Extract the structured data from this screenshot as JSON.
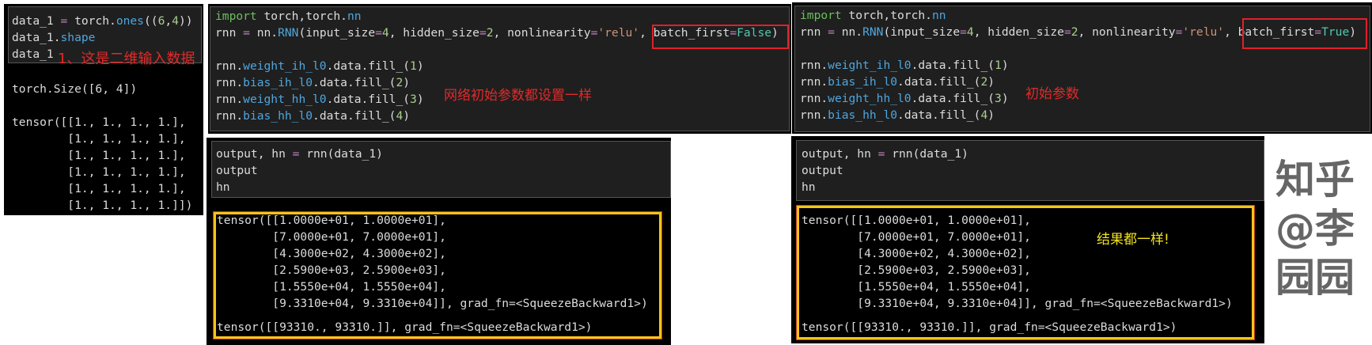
{
  "left": {
    "input": [
      [
        [
          "data_1 ",
          "t"
        ],
        [
          "=",
          "o"
        ],
        [
          " torch.",
          "t"
        ],
        [
          "ones",
          "a"
        ],
        [
          "((",
          "t"
        ],
        [
          "6",
          "n"
        ],
        [
          ",",
          "t"
        ],
        [
          "4",
          "n"
        ],
        [
          "))",
          "t"
        ]
      ],
      [
        [
          "data_1.",
          "t"
        ],
        [
          "shape",
          "a"
        ]
      ],
      [
        [
          "data_1",
          "t"
        ]
      ]
    ],
    "annotation": "1、这是二维输入数据",
    "output": [
      [
        [
          "torch.Size([6, 4])",
          "t"
        ]
      ],
      [
        [
          "",
          "t"
        ]
      ],
      [
        [
          "tensor([[1., 1., 1., 1.],",
          "t"
        ]
      ],
      [
        [
          "        [1., 1., 1., 1.],",
          "t"
        ]
      ],
      [
        [
          "        [1., 1., 1., 1.],",
          "t"
        ]
      ],
      [
        [
          "        [1., 1., 1., 1.],",
          "t"
        ]
      ],
      [
        [
          "        [1., 1., 1., 1.],",
          "t"
        ]
      ],
      [
        [
          "        [1., 1., 1., 1.]])",
          "t"
        ]
      ]
    ]
  },
  "middle": {
    "setup": [
      [
        [
          "import",
          "k"
        ],
        [
          " torch,torch.",
          "t"
        ],
        [
          "nn",
          "a"
        ]
      ],
      [
        [
          "rnn ",
          "t"
        ],
        [
          "=",
          "o"
        ],
        [
          " nn.",
          "t"
        ],
        [
          "RNN",
          "a"
        ],
        [
          "(input_size",
          "t"
        ],
        [
          "=",
          "o"
        ],
        [
          "4",
          "n"
        ],
        [
          ", hidden_size",
          "t"
        ],
        [
          "=",
          "o"
        ],
        [
          "2",
          "n"
        ],
        [
          ", nonlinearity",
          "t"
        ],
        [
          "=",
          "o"
        ],
        [
          "'relu'",
          "s"
        ],
        [
          ", batch_first",
          "t"
        ],
        [
          "=",
          "o"
        ],
        [
          "False",
          "b"
        ],
        [
          ")",
          "t"
        ]
      ],
      [
        [
          "",
          "t"
        ]
      ],
      [
        [
          "rnn.",
          "t"
        ],
        [
          "weight_ih_l0",
          "a"
        ],
        [
          ".data.fill_(",
          "t"
        ],
        [
          "1",
          "n"
        ],
        [
          ")",
          "t"
        ]
      ],
      [
        [
          "rnn.",
          "t"
        ],
        [
          "bias_ih_l0",
          "a"
        ],
        [
          ".data.fill_(",
          "t"
        ],
        [
          "2",
          "n"
        ],
        [
          ")",
          "t"
        ]
      ],
      [
        [
          "rnn.",
          "t"
        ],
        [
          "weight_hh_l0",
          "a"
        ],
        [
          ".data.fill_(",
          "t"
        ],
        [
          "3",
          "n"
        ],
        [
          ")",
          "t"
        ]
      ],
      [
        [
          "rnn.",
          "t"
        ],
        [
          "bias_hh_l0",
          "a"
        ],
        [
          ".data.fill_(",
          "t"
        ],
        [
          "4",
          "n"
        ],
        [
          ")",
          "t"
        ]
      ]
    ],
    "annotation": "网络初始参数都设置一样",
    "run": [
      [
        [
          "output, hn ",
          "t"
        ],
        [
          "=",
          "o"
        ],
        [
          " rnn(data_1)",
          "t"
        ]
      ],
      [
        [
          "output",
          "t"
        ]
      ],
      [
        [
          "hn",
          "t"
        ]
      ]
    ],
    "output": [
      [
        [
          "tensor([[1.0000e+01, 1.0000e+01],",
          "t"
        ]
      ],
      [
        [
          "        [7.0000e+01, 7.0000e+01],",
          "t"
        ]
      ],
      [
        [
          "        [4.3000e+02, 4.3000e+02],",
          "t"
        ]
      ],
      [
        [
          "        [2.5900e+03, 2.5900e+03],",
          "t"
        ]
      ],
      [
        [
          "        [1.5550e+04, 1.5550e+04],",
          "t"
        ]
      ],
      [
        [
          "        [9.3310e+04, 9.3310e+04]], grad_fn=<SqueezeBackward1>)",
          "t"
        ]
      ]
    ],
    "hn_output": [
      [
        [
          "tensor([[93310., 93310.]], grad_fn=<SqueezeBackward1>)",
          "t"
        ]
      ]
    ]
  },
  "right": {
    "setup": [
      [
        [
          "import",
          "k"
        ],
        [
          " torch,torch.",
          "t"
        ],
        [
          "nn",
          "a"
        ]
      ],
      [
        [
          "rnn ",
          "t"
        ],
        [
          "=",
          "o"
        ],
        [
          " nn.",
          "t"
        ],
        [
          "RNN",
          "a"
        ],
        [
          "(input_size",
          "t"
        ],
        [
          "=",
          "o"
        ],
        [
          "4",
          "n"
        ],
        [
          ", hidden_size",
          "t"
        ],
        [
          "=",
          "o"
        ],
        [
          "2",
          "n"
        ],
        [
          ", nonlinearity",
          "t"
        ],
        [
          "=",
          "o"
        ],
        [
          "'relu'",
          "s"
        ],
        [
          ", batch_first",
          "t"
        ],
        [
          "=",
          "o"
        ],
        [
          "True",
          "b"
        ],
        [
          ")",
          "t"
        ]
      ],
      [
        [
          "",
          "t"
        ]
      ],
      [
        [
          "rnn.",
          "t"
        ],
        [
          "weight_ih_l0",
          "a"
        ],
        [
          ".data.fill_(",
          "t"
        ],
        [
          "1",
          "n"
        ],
        [
          ")",
          "t"
        ]
      ],
      [
        [
          "rnn.",
          "t"
        ],
        [
          "bias_ih_l0",
          "a"
        ],
        [
          ".data.fill_(",
          "t"
        ],
        [
          "2",
          "n"
        ],
        [
          ")",
          "t"
        ]
      ],
      [
        [
          "rnn.",
          "t"
        ],
        [
          "weight_hh_l0",
          "a"
        ],
        [
          ".data.fill_(",
          "t"
        ],
        [
          "3",
          "n"
        ],
        [
          ")",
          "t"
        ]
      ],
      [
        [
          "rnn.",
          "t"
        ],
        [
          "bias_hh_l0",
          "a"
        ],
        [
          ".data.fill_(",
          "t"
        ],
        [
          "4",
          "n"
        ],
        [
          ")",
          "t"
        ]
      ]
    ],
    "annotation": "初始参数",
    "run": [
      [
        [
          "output, hn ",
          "t"
        ],
        [
          "=",
          "o"
        ],
        [
          " rnn(data_1)",
          "t"
        ]
      ],
      [
        [
          "output",
          "t"
        ]
      ],
      [
        [
          "hn",
          "t"
        ]
      ]
    ],
    "output": [
      [
        [
          "tensor([[1.0000e+01, 1.0000e+01],",
          "t"
        ]
      ],
      [
        [
          "        [7.0000e+01, 7.0000e+01],",
          "t"
        ]
      ],
      [
        [
          "        [4.3000e+02, 4.3000e+02],",
          "t"
        ]
      ],
      [
        [
          "        [2.5900e+03, 2.5900e+03],",
          "t"
        ]
      ],
      [
        [
          "        [1.5550e+04, 1.5550e+04],",
          "t"
        ]
      ],
      [
        [
          "        [9.3310e+04, 9.3310e+04]], grad_fn=<SqueezeBackward1>)",
          "t"
        ]
      ]
    ],
    "hn_output": [
      [
        [
          "tensor([[93310., 93310.]], grad_fn=<SqueezeBackward1>)",
          "t"
        ]
      ]
    ],
    "result_note": "结果都一样!"
  },
  "watermark": "知乎 @李园园",
  "colors": {
    "editor_bg": "#1f1f1f",
    "highlight_red": "#e0202a",
    "highlight_yellow": "#f5c518"
  }
}
